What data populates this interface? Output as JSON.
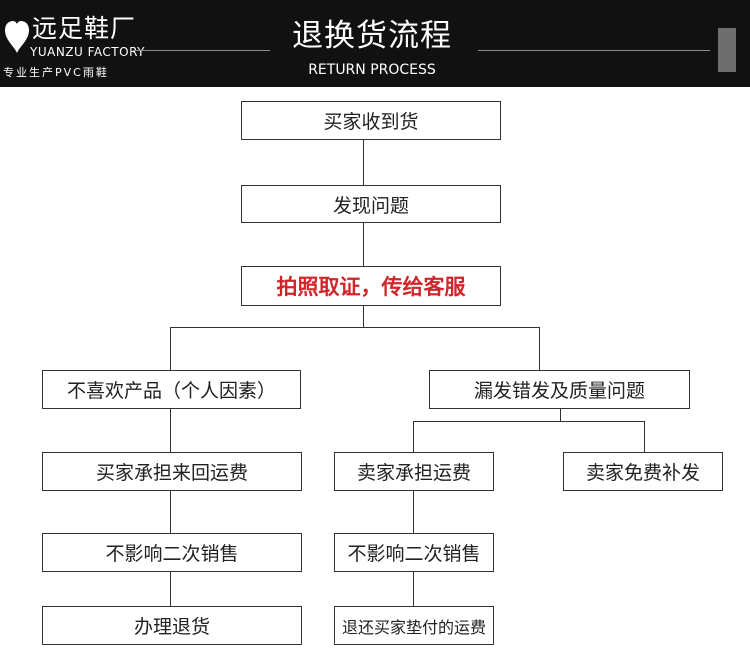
{
  "header": {
    "brand_cn": "远足鞋厂",
    "brand_en": "YUANZU FACTORY",
    "brand_sub": "专业生产PVC雨鞋",
    "title": "退换货流程",
    "subtitle": "RETURN PROCESS"
  },
  "flow": {
    "received": "买家收到货",
    "problem": "发现问题",
    "photo": "拍照取证，传给客服",
    "dislike": "不喜欢产品（个人因素）",
    "defect": "漏发错发及质量问题",
    "buyer_ship": "买家承担来回运费",
    "seller_ship": "卖家承担运费",
    "seller_free": "卖家免费补发",
    "no_resell_left": "不影响二次销售",
    "no_resell_mid": "不影响二次销售",
    "refund": "办理退货",
    "return_fee": "退还买家垫付的运费"
  },
  "colors": {
    "header_bg": "#111111",
    "highlight": "#d3242a",
    "border": "#333333"
  }
}
